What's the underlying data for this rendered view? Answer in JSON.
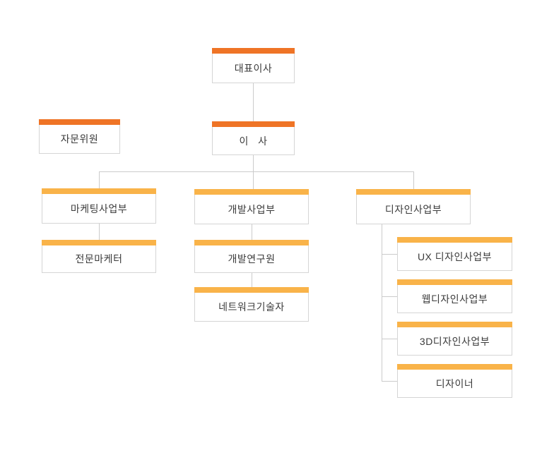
{
  "page": {
    "title": "조직도",
    "background": "#FFFFFF"
  },
  "colors": {
    "accent_orange": "#EF7426",
    "accent_yellow": "#F9B349",
    "box_border": "#D5D5D5",
    "connector": "#CBCBCB",
    "text": "#3B3B3B"
  },
  "org": {
    "nodes": [
      {
        "id": "ceo",
        "label": "대표이사",
        "level": "executive",
        "parent": null
      },
      {
        "id": "advisor",
        "label": "자문위원",
        "level": "executive",
        "parent": null
      },
      {
        "id": "director",
        "label": "이   사",
        "level": "executive",
        "parent": "ceo"
      },
      {
        "id": "marketing",
        "label": "마케팅사업부",
        "level": "department",
        "parent": "director"
      },
      {
        "id": "dev",
        "label": "개발사업부",
        "level": "department",
        "parent": "director"
      },
      {
        "id": "design",
        "label": "디자인사업부",
        "level": "department",
        "parent": "director"
      },
      {
        "id": "marketer",
        "label": "전문마케터",
        "level": "team",
        "parent": "marketing"
      },
      {
        "id": "dev-research",
        "label": "개발연구원",
        "level": "team",
        "parent": "dev"
      },
      {
        "id": "network",
        "label": "네트워크기술자",
        "level": "team",
        "parent": "dev-research"
      },
      {
        "id": "ux",
        "label": "UX 디자인사업부",
        "level": "team",
        "parent": "design"
      },
      {
        "id": "web",
        "label": "웹디자인사업부",
        "level": "team",
        "parent": "design"
      },
      {
        "id": "3d",
        "label": "3D디자인사업부",
        "level": "team",
        "parent": "design"
      },
      {
        "id": "designer",
        "label": "디자이너",
        "level": "team",
        "parent": "design"
      }
    ]
  }
}
